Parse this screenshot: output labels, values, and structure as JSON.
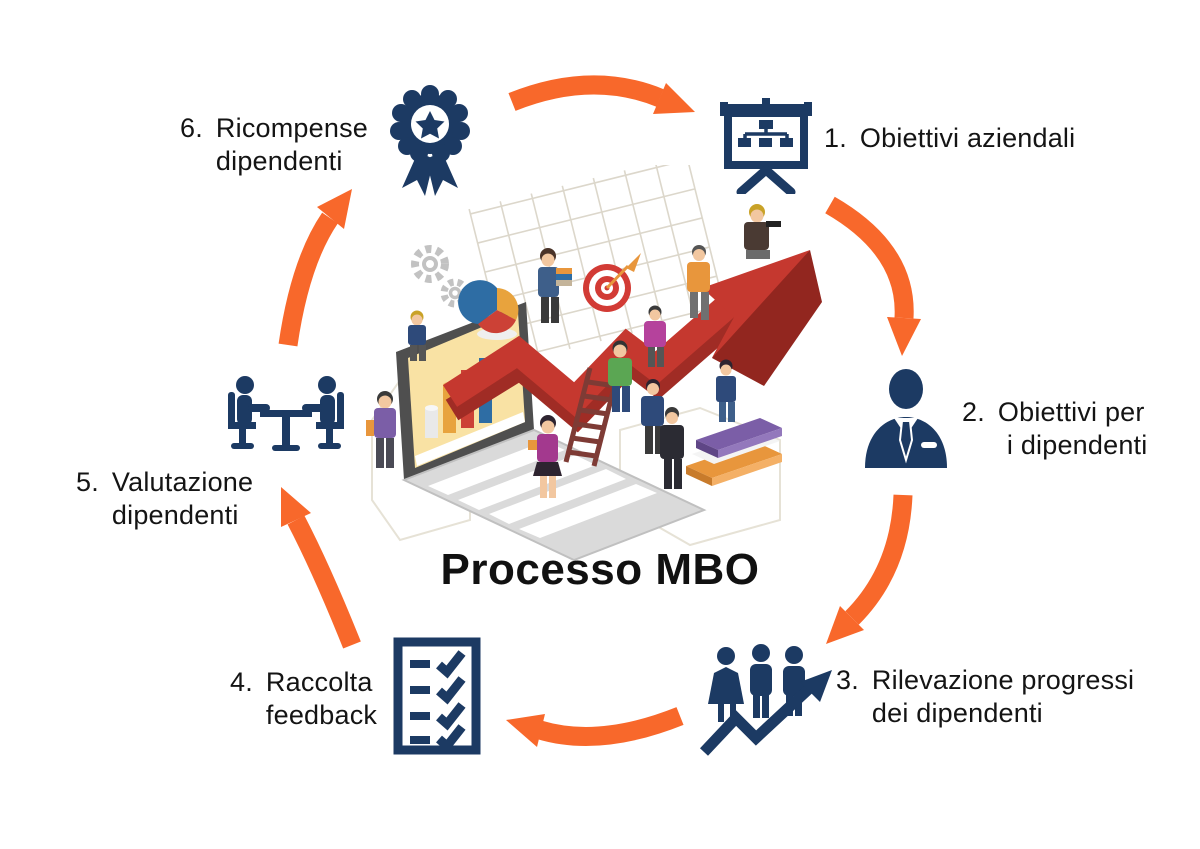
{
  "title": "Processo MBO",
  "colors": {
    "accent_orange": "#F8682B",
    "icon_navy": "#1C3A63",
    "growth_arrow_red": "#C5382F",
    "text": "#141414"
  },
  "steps": [
    {
      "number": "1.",
      "line1": "Obiettivi aziendali",
      "line2": "",
      "icon": "presentation-board-icon"
    },
    {
      "number": "2.",
      "line1": "Obiettivi per",
      "line2": "i dipendenti",
      "icon": "manager-icon"
    },
    {
      "number": "3.",
      "line1": "Rilevazione progressi",
      "line2": "dei dipendenti",
      "icon": "team-progress-icon"
    },
    {
      "number": "4.",
      "line1": "Raccolta",
      "line2": "feedback",
      "icon": "checklist-icon"
    },
    {
      "number": "5.",
      "line1": "Valutazione",
      "line2": "dipendenti",
      "icon": "meeting-icon"
    },
    {
      "number": "6.",
      "line1": "Ricompense",
      "line2": "dipendenti",
      "icon": "award-icon"
    }
  ]
}
